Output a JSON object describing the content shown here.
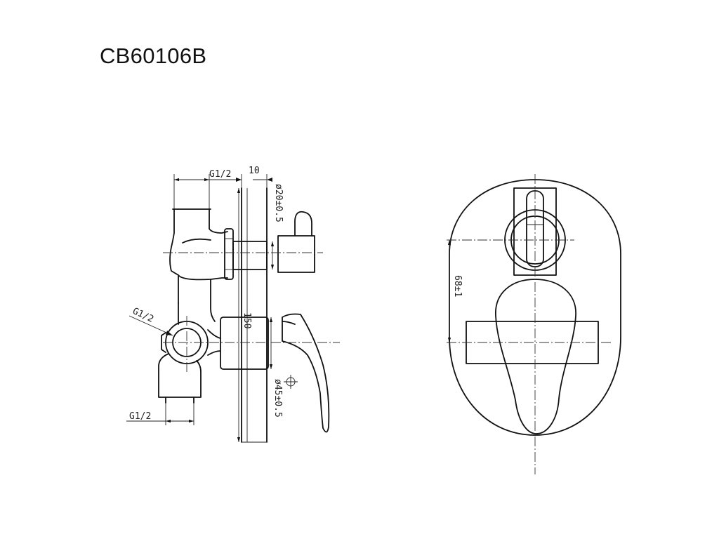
{
  "title": "CB60106B",
  "side_view": {
    "dim_top_left": "G1/2",
    "dim_top_right": "10",
    "dim_stem_diameter": "ø20±0.5",
    "dim_depth": "150",
    "dim_side_port": "G1/2",
    "dim_body_diameter": "ø45±0.5",
    "dim_bottom_port": "G1/2"
  },
  "front_view": {
    "dim_center_distance": "68±1"
  }
}
